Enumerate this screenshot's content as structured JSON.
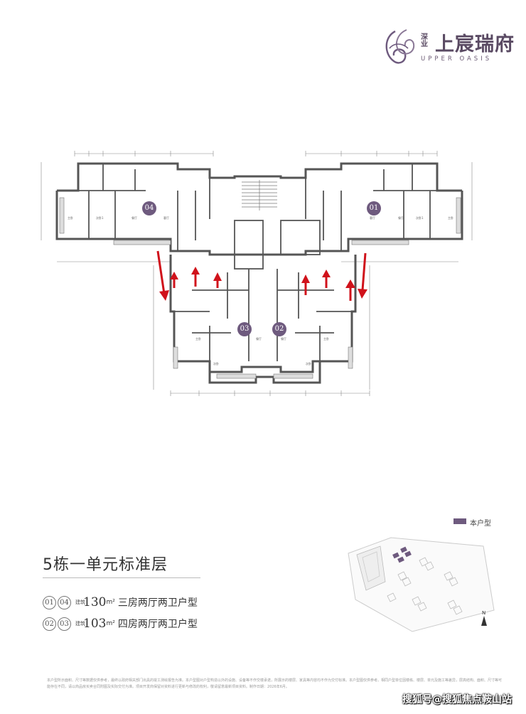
{
  "logo": {
    "brand_small": "深业",
    "brand_name": "上宸瑞府",
    "brand_en": "UPPER OASIS"
  },
  "plan": {
    "units": [
      "04",
      "01",
      "03",
      "02"
    ]
  },
  "legend": {
    "label": "本户型"
  },
  "title": "5栋一单元标准层",
  "types": [
    {
      "units": [
        "01",
        "04"
      ],
      "prefix": "建筑",
      "area": "130",
      "unit": "m²",
      "name": "三房两厅两卫户型"
    },
    {
      "units": [
        "02",
        "03"
      ],
      "prefix": "建筑",
      "area": "103",
      "unit": "m²",
      "name": "四房两厅两卫户型"
    }
  ],
  "disclaimer": "本户型所示面积、尺寸等数据仅供参考，最终以政府相关部门出具的竣工测绘报告为准。本户型图对户型构造以外的设施、设备等不作交楼承诺，所展示的楼层、家具等内容均不作为交付标准。本户型图仅供参考。相同户型单位因楼栋、楼层、单元及施工等差异，层高结构、面积、尺寸等可能存在不同，请以商品房买卖合同附图及实际交付为准。项目开发商保留对资料进行更新与修改的权利，敬请留意最新项目资料。制作日期：2026年6月。",
  "watermark": "搜狐号@搜狐焦点鞍山站",
  "colors": {
    "accent": "#6e5a7e",
    "arrow": "#d0121b"
  }
}
